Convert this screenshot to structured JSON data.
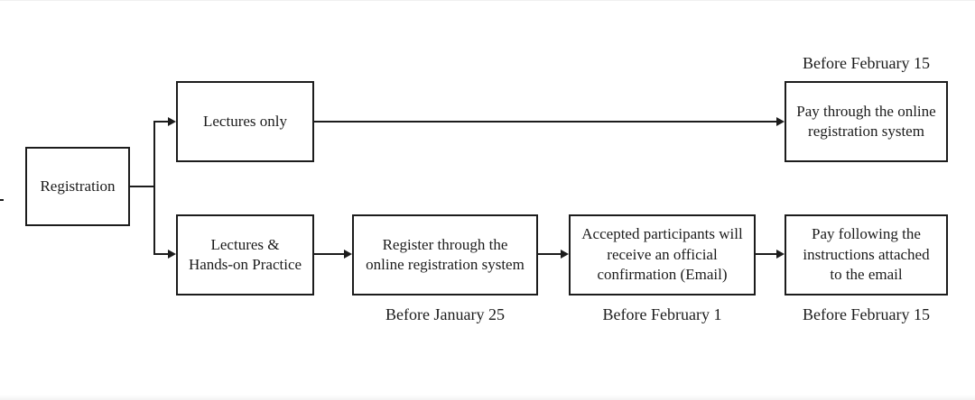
{
  "colors": {
    "background": "#ffffff",
    "line": "#1c1c1c",
    "text": "#1b1b1b"
  },
  "nodes": {
    "registration": {
      "label": "Registration"
    },
    "lectures_only": {
      "label": "Lectures only"
    },
    "lectures_hands_on": {
      "label": "Lectures &\nHands-on Practice"
    },
    "pay_online": {
      "label": "Pay through the online\nregistration system",
      "deadline": "Before February 15"
    },
    "register_online": {
      "label": "Register through the\nonline registration system",
      "deadline": "Before January 25"
    },
    "confirmation": {
      "label": "Accepted participants will\nreceive an official\nconfirmation (Email)",
      "deadline": "Before February 1"
    },
    "pay_email": {
      "label": "Pay following the\ninstructions attached\nto the email",
      "deadline": "Before February 15"
    }
  }
}
